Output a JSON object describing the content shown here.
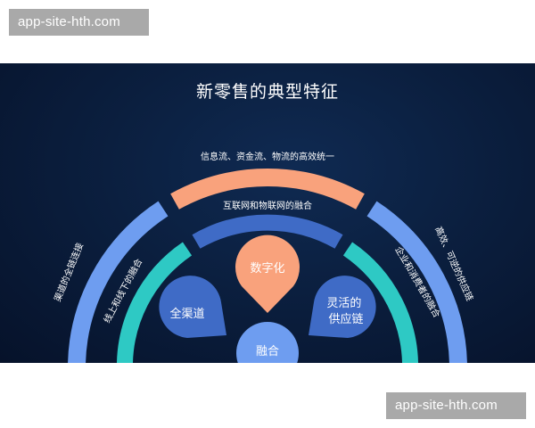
{
  "watermarks": {
    "top": "app-site-hth.com",
    "bottom": "app-site-hth.com"
  },
  "diagram": {
    "title": "新零售的典型特征",
    "colors": {
      "background": "#0b1f3f",
      "orange": "#f9a27c",
      "light_blue": "#6e9df0",
      "mid_blue": "#3f6bc6",
      "teal": "#2ec9c4",
      "text": "#ffffff"
    },
    "outer_ring": {
      "top": "信息流、资金流、物流的高效统一",
      "left": "渠道的全链连接",
      "right": "高效、可逆的供应链"
    },
    "inner_ring": {
      "top": "互联网和物联网的融合",
      "left": "线上和线下的融合",
      "right": "企业和消费者的融合"
    },
    "petals": {
      "top": "数字化",
      "left": "全渠道",
      "right_line1": "灵活的",
      "right_line2": "供应链",
      "bottom": "融合"
    }
  }
}
